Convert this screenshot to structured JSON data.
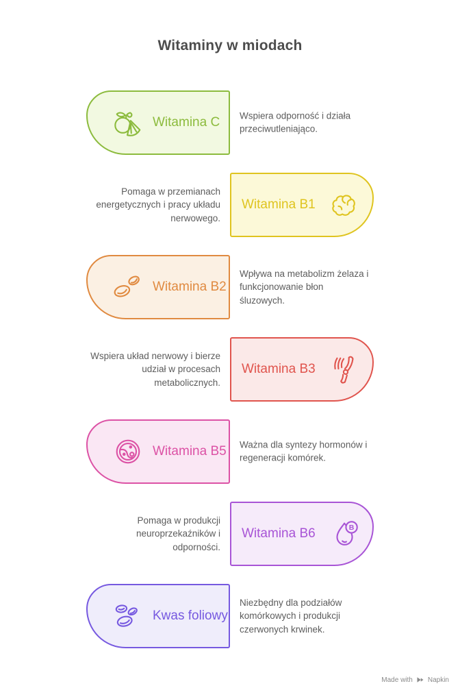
{
  "title": "Witaminy w miodach",
  "rows": [
    {
      "label": "Witamina C",
      "desc": "Wspiera odporność i działa\nprzeciwutleniająco.",
      "icon": "citrus-fruit",
      "card_side": "left",
      "accent": "#8cbb3d",
      "bg": "#f2f9e1"
    },
    {
      "label": "Witamina B1",
      "desc": "Pomaga w przemianach\nenergetycznych i pracy układu\nnerwowego.",
      "icon": "brain",
      "card_side": "right",
      "accent": "#dfc41f",
      "bg": "#fcf9d8"
    },
    {
      "label": "Witamina B2",
      "desc": "Wpływa na metabolizm żelaza i\nfunkcjonowanie błon\nśluzowych.",
      "icon": "red-blood-cells",
      "card_side": "left",
      "accent": "#e08a40",
      "bg": "#fbf0e3"
    },
    {
      "label": "Witamina B3",
      "desc": "Wspiera układ nerwowy i bierze\nudział w procesach\nmetabolicznych.",
      "icon": "knee-joint",
      "card_side": "right",
      "accent": "#e0544d",
      "bg": "#fbe9e8"
    },
    {
      "label": "Witamina B5",
      "desc": "Ważna dla syntezy hormonów i\nregeneracji komórek.",
      "icon": "cell",
      "card_side": "left",
      "accent": "#dc52a5",
      "bg": "#fae7f4"
    },
    {
      "label": "Witamina B6",
      "desc": "Pomaga w produkcji\nneuroprzekaźników i\nodporności.",
      "icon": "droplet-b",
      "card_side": "right",
      "accent": "#a854d6",
      "bg": "#f6ebfa"
    },
    {
      "label": "Kwas foliowy",
      "desc": "Niezbędny dla podziałów\nkomórkowych i produkcji\nczerwonych krwinek.",
      "icon": "blood-cells",
      "card_side": "left",
      "accent": "#7659e0",
      "bg": "#efedfb"
    }
  ],
  "footer": {
    "prefix": "Made with",
    "brand": "Napkin"
  },
  "colors": {
    "title": "#4c4c4c",
    "body_text": "#5c5c5c",
    "footer_text": "#8a8a8a",
    "background": "#ffffff"
  }
}
